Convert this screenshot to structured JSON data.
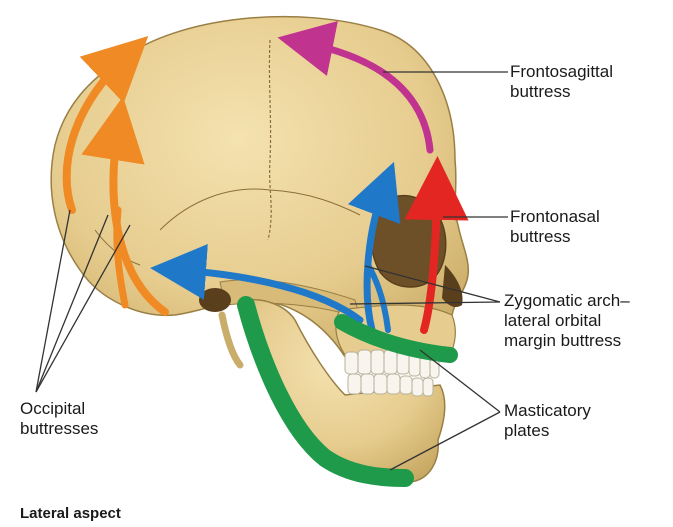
{
  "labels": {
    "frontosagittal": [
      "Frontosagittal",
      "buttress"
    ],
    "frontonasal": [
      "Frontonasal",
      "buttress"
    ],
    "zygomatic": [
      "Zygomatic arch–",
      "lateral orbital",
      "margin buttress"
    ],
    "masticatory": [
      "Masticatory",
      "plates"
    ],
    "occipital": [
      "Occipital",
      "buttresses"
    ]
  },
  "caption": "Lateral aspect",
  "colors": {
    "bone": "#e8d196",
    "bone_shadow": "#c9ad6a",
    "bone_outline": "#9a7f45",
    "frontosagittal": "#c0338f",
    "frontonasal": "#e32622",
    "zygomatic": "#1f78c8",
    "masticatory": "#1f9a4a",
    "occipital": "#f08a24",
    "leader": "#333333"
  }
}
